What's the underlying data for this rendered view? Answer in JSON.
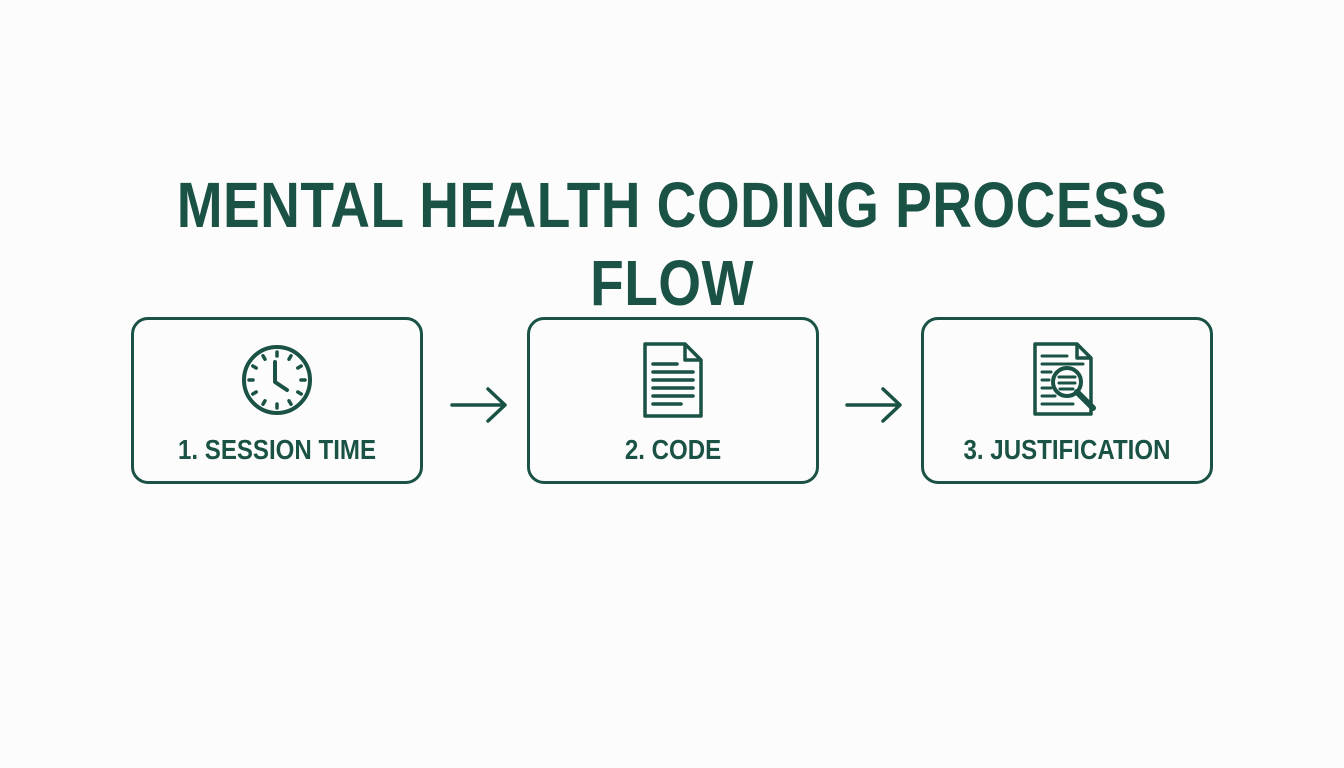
{
  "title": "MENTAL HEALTH CODING PROCESS FLOW",
  "colors": {
    "accent": "#1a5246",
    "background": "#fbfcfb"
  },
  "steps": [
    {
      "label": "1. SESSION TIME",
      "icon": "clock-icon"
    },
    {
      "label": "2. CODE",
      "icon": "document-icon"
    },
    {
      "label": "3. JUSTIFICATION",
      "icon": "document-search-icon"
    }
  ],
  "connectors": [
    {
      "from": 1,
      "to": 2,
      "icon": "arrow-right-icon"
    },
    {
      "from": 2,
      "to": 3,
      "icon": "arrow-right-icon"
    }
  ]
}
